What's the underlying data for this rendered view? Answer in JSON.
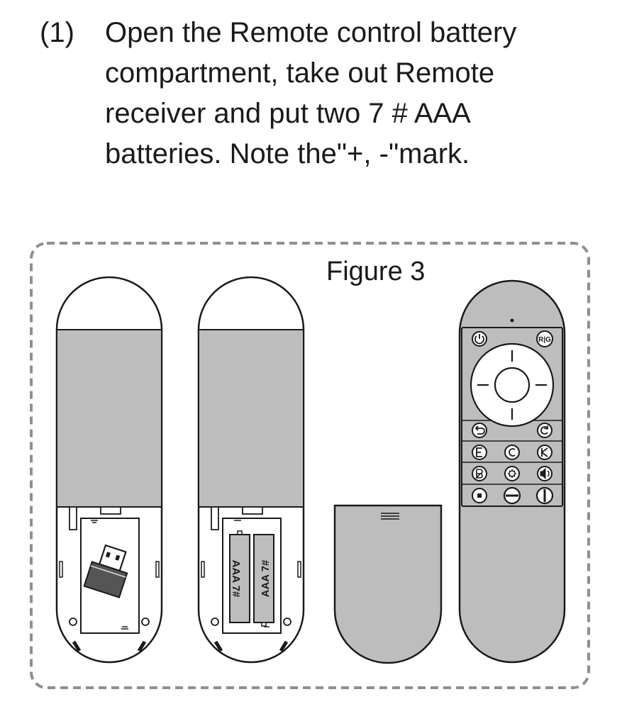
{
  "instruction": {
    "number": "(1)",
    "lines": [
      "Open the Remote control battery",
      "compartment, take out Remote",
      "receiver and put two 7 # AAA",
      "batteries. Note the\"+, -\"mark."
    ]
  },
  "figure": {
    "title": "Figure 3",
    "battery_label": "AAA 7#",
    "rg_label": "R|G",
    "colors": {
      "outline": "#1a1a1a",
      "panel_gray": "#bdbdbd",
      "dash_border": "#8f8f8f",
      "background": "#ffffff"
    },
    "icons": [
      "power-icon",
      "rg-icon",
      "dpad-icon",
      "back-icon",
      "refresh-icon",
      "e-icon",
      "c-icon",
      "k-icon",
      "b-icon",
      "gear-icon",
      "volume-icon",
      "stop-icon",
      "minus-icon",
      "pipe-icon"
    ]
  }
}
